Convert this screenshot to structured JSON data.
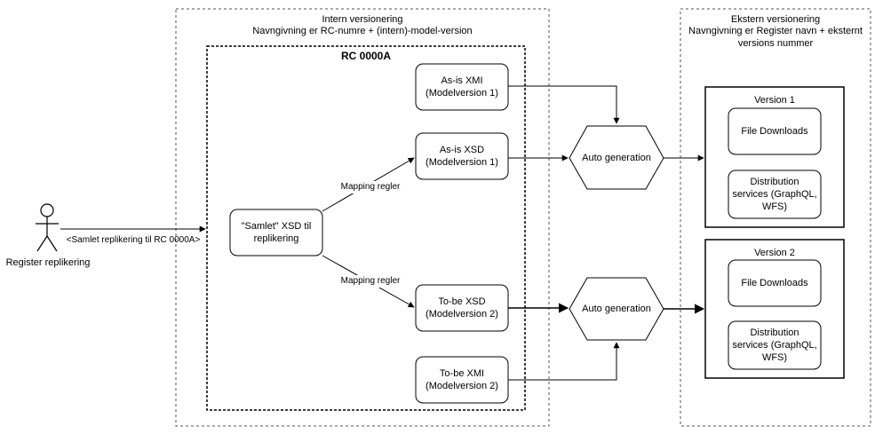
{
  "actor": {
    "label": "Register replikering",
    "edge_label": "<Samlet replikering til RC 0000A>"
  },
  "intern": {
    "title": "Intern versionering",
    "subtitle": "Navngivning er RC-numre + (intern)-model-version",
    "rc": {
      "title": "RC 0000A",
      "samlet": "\"Samlet\" XSD til\nreplikering",
      "mapping_top": "Mapping regler",
      "mapping_bottom": "Mapping regler",
      "asis_xmi": "As-is XMI\n(Modelversion 1)",
      "asis_xsd": "As-is XSD\n(Modelversion 1)",
      "tobe_xsd": "To-be XSD\n(Modelversion 2)",
      "tobe_xmi": "To-be XMI\n(Modelversion 2)"
    }
  },
  "auto_top": "Auto generation",
  "auto_bottom": "Auto generation",
  "ekstern": {
    "title": "Ekstern versionering",
    "subtitle": "Navngivning er Register navn + eksternt\nversions nummer",
    "v1": {
      "title": "Version 1",
      "file": "File Downloads",
      "dist": "Distribution\nservices (GraphQL,\nWFS)"
    },
    "v2": {
      "title": "Version 2",
      "file": "File Downloads",
      "dist": "Distribution\nservices (GraphQL,\nWFS)"
    }
  }
}
